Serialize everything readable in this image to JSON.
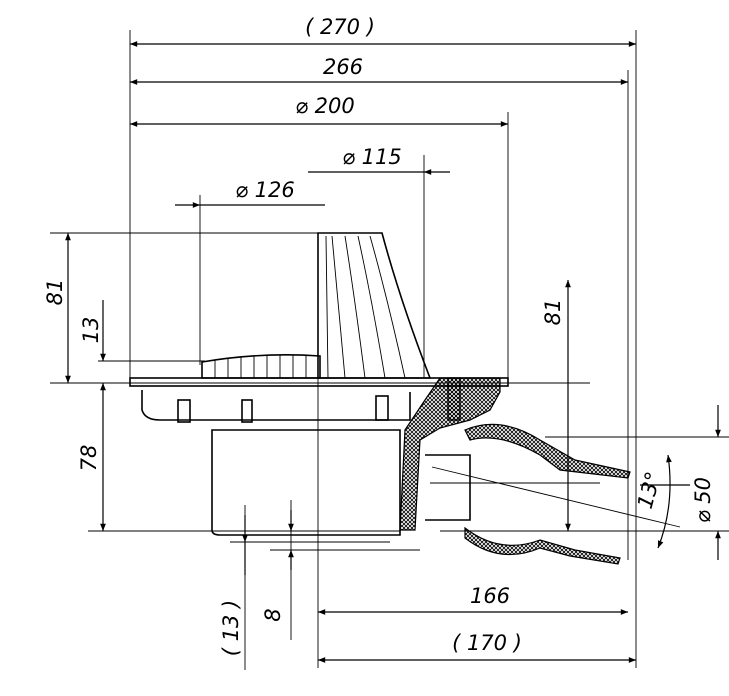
{
  "drawing": {
    "title": "Roof drain with 13° angled outlet – dimension drawing",
    "dimensions": {
      "overall_ref": "(  270  )",
      "overall": "266",
      "flange_dia": "⌀ 200",
      "dome_dia": "⌀ 115",
      "guard_dia": "⌀ 126",
      "dome_height": "81",
      "guard_height": "13",
      "body_depth": "78",
      "outlet_height": "81",
      "outlet_angle": "13°",
      "outlet_dia": "⌀ 50",
      "outlet_reach": "166",
      "outlet_reach_ref": "(  170  )",
      "offset_ref": "(  13  )",
      "offset": "8"
    }
  }
}
